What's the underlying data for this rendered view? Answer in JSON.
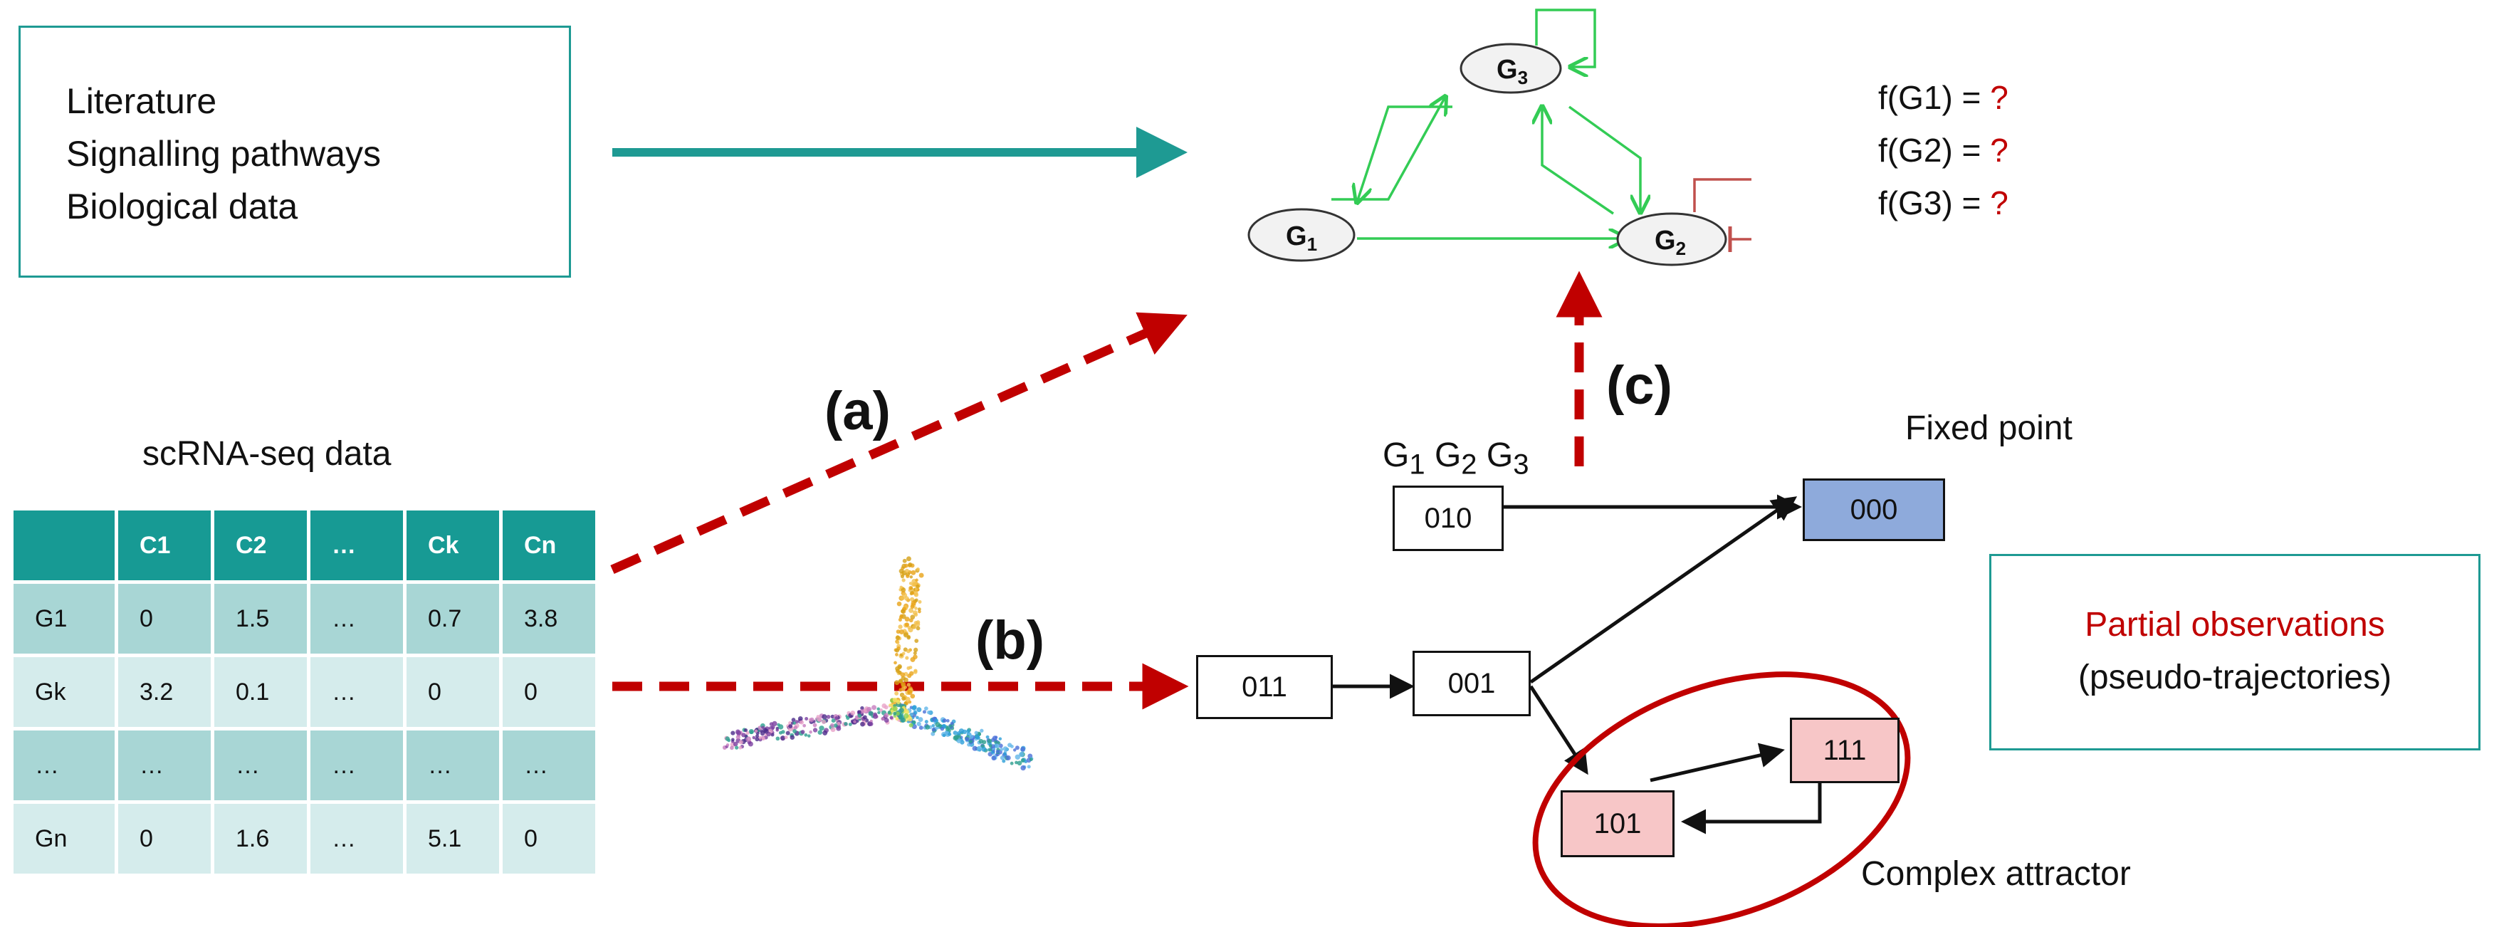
{
  "literature_box": {
    "lines": [
      "Literature",
      "Signalling pathways",
      "Biological data"
    ]
  },
  "network": {
    "genes": [
      {
        "id": "G1",
        "base": "G",
        "sub": "1"
      },
      {
        "id": "G2",
        "base": "G",
        "sub": "2"
      },
      {
        "id": "G3",
        "base": "G",
        "sub": "3"
      }
    ],
    "edge_color_activation": "#33cc55",
    "edge_color_inhibition": "#c0504d"
  },
  "functions": [
    {
      "text": "f(G1) = ",
      "q": "?"
    },
    {
      "text": "f(G2) = ",
      "q": "?"
    },
    {
      "text": "f(G3) = ",
      "q": "?"
    }
  ],
  "labels": {
    "a": "(a)",
    "b": "(b)",
    "c": "(c)"
  },
  "scrna": {
    "title": "scRNA-seq data",
    "headers": [
      "",
      "C1",
      "C2",
      "…",
      "Ck",
      "Cn"
    ],
    "rows": [
      [
        "G1",
        "0",
        "1.5",
        "…",
        "0.7",
        "3.8"
      ],
      [
        "Gk",
        "3.2",
        "0.1",
        "…",
        "0",
        "0"
      ],
      [
        "…",
        "…",
        "…",
        "…",
        "…",
        "…"
      ],
      [
        "Gn",
        "0",
        "1.6",
        "…",
        "5.1",
        "0"
      ]
    ]
  },
  "state_graph": {
    "header": {
      "g1": "G",
      "g1_sub": "1",
      "g2": "G",
      "g2_sub": "2",
      "g3": "G",
      "g3_sub": "3"
    },
    "states": {
      "s010": "010",
      "s000": "000",
      "s011": "011",
      "s001": "001",
      "s111": "111",
      "s101": "101"
    },
    "fixed_point_label": "Fixed point",
    "complex_attractor_label": "Complex attractor"
  },
  "partial_box": {
    "line1": "Partial observations",
    "line2": "(pseudo-trajectories)"
  },
  "colors": {
    "teal": "#1e9a93",
    "dashed_red": "#c00000",
    "fixed_point": "#8eaadb",
    "attractor_state": "#f7c6c7"
  }
}
